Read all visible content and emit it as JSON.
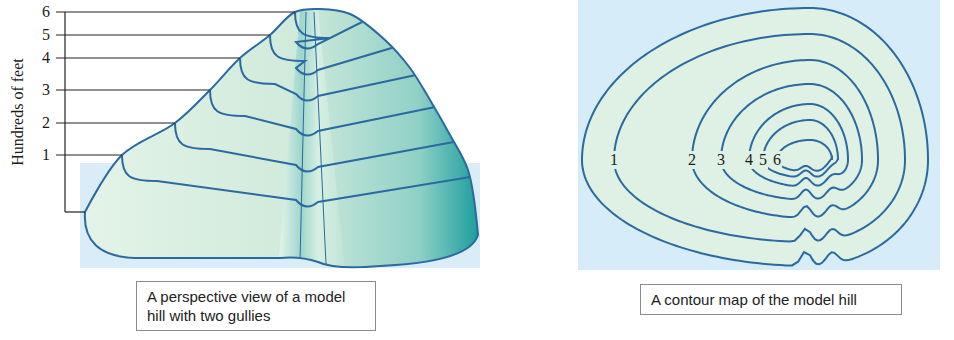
{
  "diagram": {
    "nodes": [
      {
        "text": [
          "A perspective view of a model hill with two gullies"
        ]
      },
      {
        "text": [
          "A contour map of the model hill"
        ]
      }
    ],
    "labels": [
      "Hundreds of feet",
      "6",
      "5",
      "4",
      "3",
      "2",
      "1",
      "1",
      "2",
      "3",
      "4",
      "5",
      "6"
    ]
  }
}
